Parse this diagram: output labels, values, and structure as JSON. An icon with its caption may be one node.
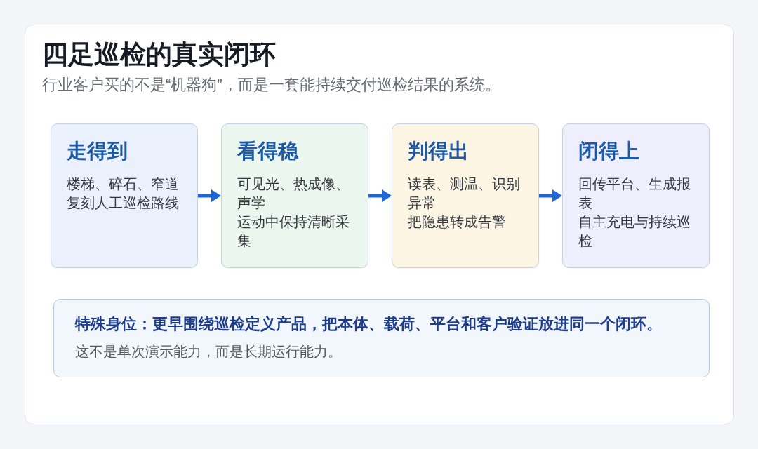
{
  "diagram": {
    "nodes": [
      {
        "text": [
          "四足巡检的真实闭环",
          "行业客户买的不是“机器狗”，而是一套能持续交付巡检结果的系统。"
        ]
      },
      {
        "text": [
          "走得到",
          "楼梯、碎石、窄道",
          "复刻人工巡检路线"
        ],
        "in": 0
      },
      {
        "text": [
          "看得稳",
          "可见光、热成像、声学",
          "运动中保持清晰采集"
        ],
        "in": 0
      },
      {
        "text": [
          "判得出",
          "读表、测温、识别异常",
          "把隐患转成告警"
        ],
        "in": 0
      },
      {
        "text": [
          "闭得上",
          "回传平台、生成报表",
          "自主充电与持续巡检"
        ],
        "in": 0
      },
      {
        "text": [
          "特殊身位：更早围绕巡检定义产品，把本体、载荷、平台和客户验证放进同一个闭环。",
          "这不是单次演示能力，而是长期运行能力。"
        ],
        "in": 0
      }
    ],
    "edges": [
      {
        "from": 1,
        "to": 2,
        "arrow": "to"
      },
      {
        "from": 2,
        "to": 3,
        "arrow": "to"
      },
      {
        "from": 3,
        "to": 4,
        "arrow": "to"
      }
    ]
  }
}
